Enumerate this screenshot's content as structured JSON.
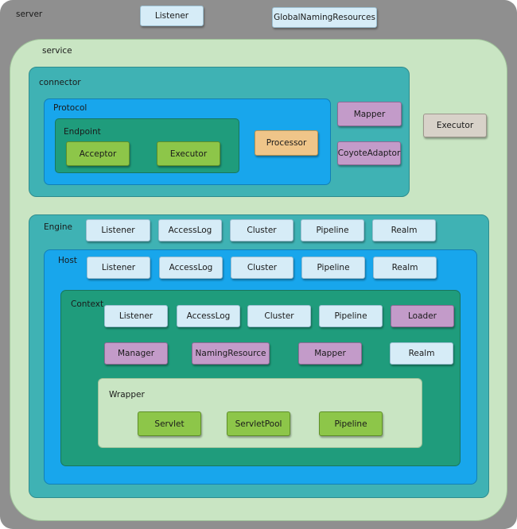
{
  "colors": {
    "server_bg": "#8f8f8f",
    "service_bg": "#c9e5c3",
    "connector_bg": "#3fb2b4",
    "protocol_bg": "#18a6ec",
    "endpoint_bg": "#1f9c7c",
    "engine_bg": "#3fb2b4",
    "host_bg": "#18a6ec",
    "context_bg": "#1f9c7c",
    "wrapper_bg": "#c9e5c3"
  },
  "server": {
    "label": "server",
    "listener": "Listener",
    "global_naming_resources": "GlobalNamingResources"
  },
  "service": {
    "label": "service",
    "executor": "Executor",
    "connector": {
      "label": "connector",
      "mapper": "Mapper",
      "coyote_adaptor": "CoyoteAdaptor",
      "protocol": {
        "label": "Protocol",
        "processor": "Processor",
        "endpoint": {
          "label": "Endpoint",
          "acceptor": "Acceptor",
          "executor": "Executor"
        }
      }
    },
    "engine": {
      "label": "Engine",
      "items": [
        "Listener",
        "AccessLog",
        "Cluster",
        "Pipeline",
        "Realm"
      ],
      "host": {
        "label": "Host",
        "items": [
          "Listener",
          "AccessLog",
          "Cluster",
          "Pipeline",
          "Realm"
        ],
        "context": {
          "label": "Context",
          "row1": [
            "Listener",
            "AccessLog",
            "Cluster",
            "Pipeline",
            "Loader"
          ],
          "row2": [
            "Manager",
            "NamingResource",
            "Mapper",
            "Realm"
          ],
          "wrapper": {
            "label": "Wrapper",
            "items": [
              "Servlet",
              "ServletPool",
              "Pipeline"
            ]
          }
        }
      }
    }
  }
}
